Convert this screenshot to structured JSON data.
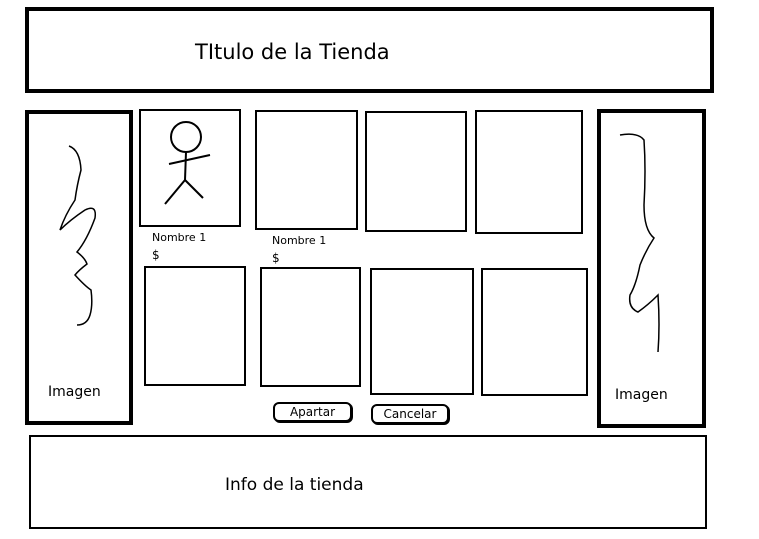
{
  "header": {
    "title": "TItulo de la Tienda"
  },
  "left_banner": {
    "label": "Imagen"
  },
  "right_banner": {
    "label": "Imagen"
  },
  "products": [
    {
      "name": "Nombre 1",
      "price": "$"
    },
    {
      "name": "Nombre 1",
      "price": "$"
    }
  ],
  "actions": {
    "reserve_label": "Apartar",
    "cancel_label": "Cancelar"
  },
  "footer": {
    "info": "Info de la tienda"
  }
}
